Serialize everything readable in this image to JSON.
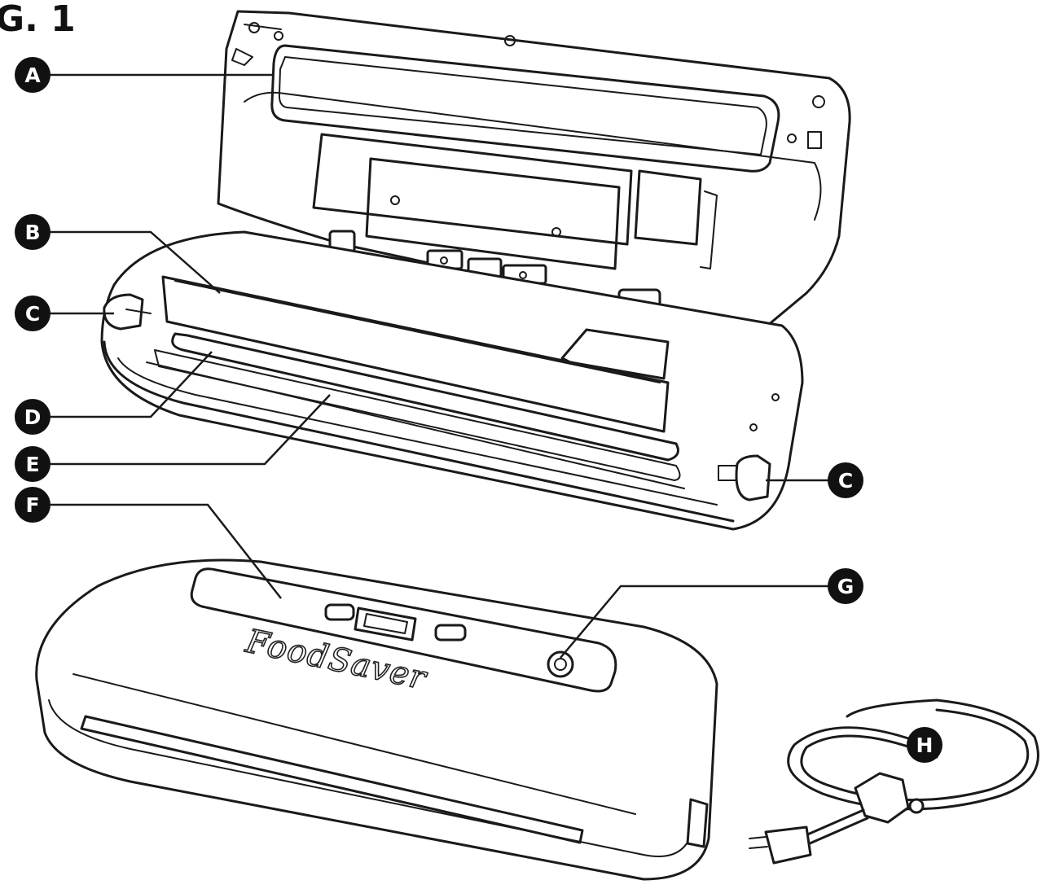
{
  "figure": {
    "title": "G. 1",
    "brand": "FoodSaver"
  },
  "callouts": [
    {
      "id": "A",
      "label": "A"
    },
    {
      "id": "B",
      "label": "B"
    },
    {
      "id": "C1",
      "label": "C"
    },
    {
      "id": "C2",
      "label": "C"
    },
    {
      "id": "D",
      "label": "D"
    },
    {
      "id": "E",
      "label": "E"
    },
    {
      "id": "F",
      "label": "F"
    },
    {
      "id": "G",
      "label": "G"
    },
    {
      "id": "H",
      "label": "H"
    }
  ],
  "colors": {
    "line": "#1a1a1a",
    "callout_fill": "#111111",
    "callout_text": "#ffffff",
    "background": "#ffffff"
  }
}
